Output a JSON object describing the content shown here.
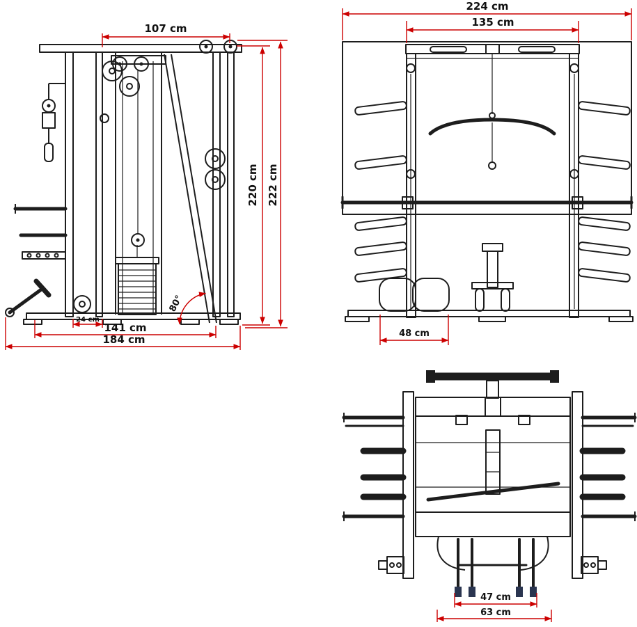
{
  "page": {
    "background": "#ffffff"
  },
  "colors": {
    "dimension_line": "#cc0000",
    "drawing_line": "#1d1d1d",
    "prong_tip": "#2a3550",
    "label_text": "#111111"
  },
  "views": {
    "side": {
      "label": "side-view",
      "dimensions": {
        "top_width": "107 cm",
        "inner_height": "220 cm",
        "total_height": "222 cm",
        "brace_angle": "80°",
        "front_offset": "24 cm",
        "inner_depth": "141 cm",
        "total_depth": "184 cm"
      }
    },
    "front": {
      "label": "front-view",
      "dimensions": {
        "total_width": "224 cm",
        "frame_width": "135 cm",
        "base_block_width": "48 cm"
      }
    },
    "top": {
      "label": "top-view",
      "dimensions": {
        "prong_inner_width": "47 cm",
        "prong_outer_width": "63 cm"
      }
    }
  }
}
